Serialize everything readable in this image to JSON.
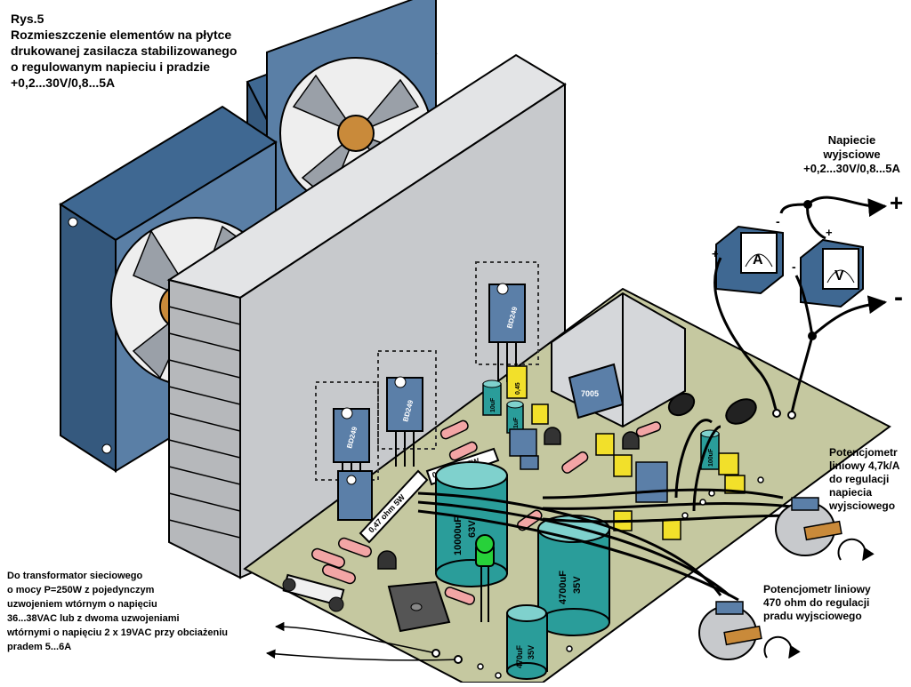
{
  "title": {
    "fig": "Rys.5",
    "line1": "Rozmieszczenie elementów na płytce",
    "line2": "drukowanej zasilacza stabilizowanego",
    "line3": "o  regulowanym napieciu i pradzie",
    "line4": "+0,2...30V/0,8...5A"
  },
  "output_label": {
    "line1": "Napiecie",
    "line2": "wyjsciowe",
    "line3": "+0,2...30V/0,8...5A",
    "plus": "+",
    "minus": "-"
  },
  "pot_voltage_label": {
    "line1": "Potencjometr",
    "line2": "liniowy 4,7k/A",
    "line3": "do regulacji",
    "line4": "napiecia",
    "line5": "wyjsciowego"
  },
  "pot_current_label": {
    "line1": "Potencjometr liniowy",
    "line2": "470 ohm do regulacji",
    "line3": "pradu wyjsciowego"
  },
  "transformer_label": {
    "line1": "Do transformator sieciowego",
    "line2": "o mocy P=250W z pojedynczym",
    "line3": "uzwojeniem wtórnym  o napięciu",
    "line4": "36...38VAC lub z dwoma uzwojeniami",
    "line5": "wtórnymi o napięciu 2 x 19VAC przy obciażeniu",
    "line6": "pradem 5...6A"
  },
  "meters": {
    "ammeter_symbol": "A",
    "voltmeter_symbol": "V",
    "plus": "+",
    "minus": "-"
  },
  "components": {
    "transistor": "BD249",
    "regulator": "7005",
    "cap_big1_value": "10000uF",
    "cap_big1_voltage": "63V",
    "cap_big2_value": "4700uF",
    "cap_big2_voltage": "35V",
    "cap_small_value": "470uF",
    "cap_small_voltage": "35V",
    "cap_10uf": "10uF",
    "cap_1uf": "1uF",
    "cap_100uf": "100uF",
    "cap_045": "0,45",
    "resistor1": "0,47 ohm 5W",
    "resistor2": "0,47 ohm 5W"
  },
  "colors": {
    "heatsink": "#c7c9cc",
    "fan_frame": "#5a7fa6",
    "pcb": "#c5c8a0",
    "cap_body": "#2a9d9a",
    "transistor": "#5b7fa8",
    "led": "#27d13a"
  }
}
